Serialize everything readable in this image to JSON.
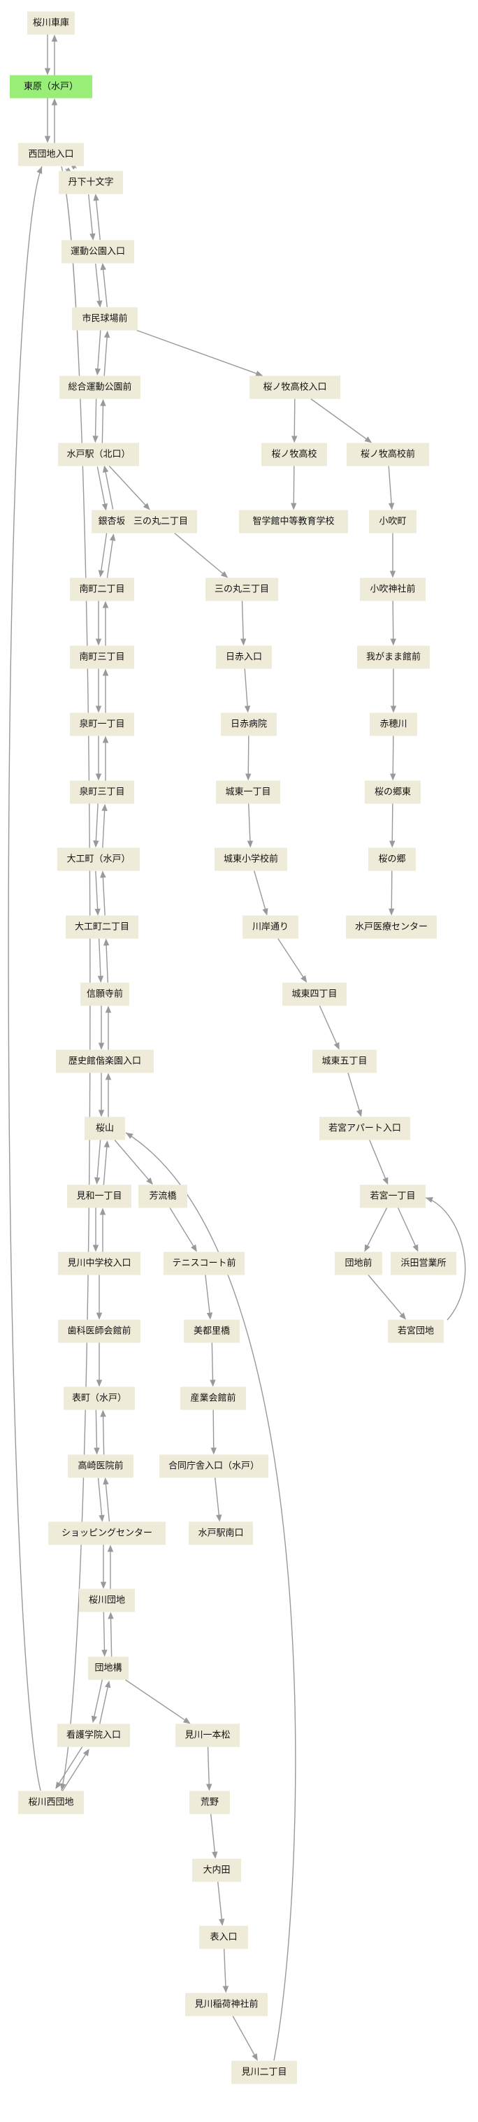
{
  "colors": {
    "node_fill": "#eeebd8",
    "node_highlight": "#99ee77",
    "edge": "#999999",
    "text": "#111111"
  },
  "nodes": [
    {
      "id": "n1",
      "label": "桜川車庫"
    },
    {
      "id": "n2",
      "label": "東原（水戸）",
      "highlight": true
    },
    {
      "id": "n3",
      "label": "西団地入口"
    },
    {
      "id": "n4",
      "label": "丹下十文字"
    },
    {
      "id": "n5",
      "label": "運動公園入口"
    },
    {
      "id": "n6",
      "label": "市民球場前"
    },
    {
      "id": "n7",
      "label": "総合運動公園前"
    },
    {
      "id": "n8",
      "label": "水戸駅（北口）"
    },
    {
      "id": "n9",
      "label": "銀杏坂"
    },
    {
      "id": "n10",
      "label": "南町二丁目"
    },
    {
      "id": "n11",
      "label": "南町三丁目"
    },
    {
      "id": "n12",
      "label": "泉町一丁目"
    },
    {
      "id": "n13",
      "label": "泉町三丁目"
    },
    {
      "id": "n14",
      "label": "大工町（水戸）"
    },
    {
      "id": "n15",
      "label": "大工町二丁目"
    },
    {
      "id": "n16",
      "label": "信願寺前"
    },
    {
      "id": "n17",
      "label": "歴史館偕楽園入口"
    },
    {
      "id": "n18",
      "label": "桜山"
    },
    {
      "id": "n19",
      "label": "見和一丁目"
    },
    {
      "id": "n20",
      "label": "見川中学校入口"
    },
    {
      "id": "n21",
      "label": "歯科医師会館前"
    },
    {
      "id": "n22",
      "label": "表町（水戸）"
    },
    {
      "id": "n23",
      "label": "高崎医院前"
    },
    {
      "id": "n24",
      "label": "ショッピングセンター"
    },
    {
      "id": "n25",
      "label": "桜川団地"
    },
    {
      "id": "n26",
      "label": "団地構"
    },
    {
      "id": "n27",
      "label": "看護学院入口"
    },
    {
      "id": "n28",
      "label": "桜川西団地"
    },
    {
      "id": "n29",
      "label": "見川一本松"
    },
    {
      "id": "n30",
      "label": "荒野"
    },
    {
      "id": "n31",
      "label": "大内田"
    },
    {
      "id": "n32",
      "label": "表入口"
    },
    {
      "id": "n33",
      "label": "見川稲荷神社前"
    },
    {
      "id": "n34",
      "label": "見川二丁目"
    },
    {
      "id": "n35",
      "label": "三の丸二丁目"
    },
    {
      "id": "n36",
      "label": "三の丸三丁目"
    },
    {
      "id": "n37",
      "label": "日赤入口"
    },
    {
      "id": "n38",
      "label": "日赤病院"
    },
    {
      "id": "n39",
      "label": "城東一丁目"
    },
    {
      "id": "n40",
      "label": "城東小学校前"
    },
    {
      "id": "n41",
      "label": "川岸通り"
    },
    {
      "id": "n42",
      "label": "城東四丁目"
    },
    {
      "id": "n43",
      "label": "城東五丁目"
    },
    {
      "id": "n44",
      "label": "若宮アパート入口"
    },
    {
      "id": "n45",
      "label": "若宮一丁目"
    },
    {
      "id": "n46",
      "label": "団地前"
    },
    {
      "id": "n47",
      "label": "浜田営業所"
    },
    {
      "id": "n48",
      "label": "若宮団地"
    },
    {
      "id": "n49",
      "label": "芳流橋"
    },
    {
      "id": "n50",
      "label": "テニスコート前"
    },
    {
      "id": "n51",
      "label": "美都里橋"
    },
    {
      "id": "n52",
      "label": "産業会館前"
    },
    {
      "id": "n53",
      "label": "合同庁舎入口（水戸）"
    },
    {
      "id": "n54",
      "label": "水戸駅南口"
    },
    {
      "id": "n55",
      "label": "桜ノ牧高校入口"
    },
    {
      "id": "n56",
      "label": "桜ノ牧高校"
    },
    {
      "id": "n57",
      "label": "智学館中等教育学校"
    },
    {
      "id": "n58",
      "label": "桜ノ牧高校前"
    },
    {
      "id": "n59",
      "label": "小吹町"
    },
    {
      "id": "n60",
      "label": "小吹神社前"
    },
    {
      "id": "n61",
      "label": "我がまま館前"
    },
    {
      "id": "n62",
      "label": "赤穂川"
    },
    {
      "id": "n63",
      "label": "桜の郷東"
    },
    {
      "id": "n64",
      "label": "桜の郷"
    },
    {
      "id": "n65",
      "label": "水戸医療センター"
    }
  ],
  "edges": [
    [
      "n1",
      "n2"
    ],
    [
      "n2",
      "n1"
    ],
    [
      "n2",
      "n3"
    ],
    [
      "n3",
      "n2"
    ],
    [
      "n3",
      "n4"
    ],
    [
      "n4",
      "n3"
    ],
    [
      "n4",
      "n5"
    ],
    [
      "n5",
      "n4"
    ],
    [
      "n5",
      "n6"
    ],
    [
      "n6",
      "n5"
    ],
    [
      "n6",
      "n7"
    ],
    [
      "n7",
      "n6"
    ],
    [
      "n7",
      "n8"
    ],
    [
      "n8",
      "n7"
    ],
    [
      "n8",
      "n9"
    ],
    [
      "n9",
      "n8"
    ],
    [
      "n9",
      "n10"
    ],
    [
      "n10",
      "n9"
    ],
    [
      "n10",
      "n11"
    ],
    [
      "n11",
      "n10"
    ],
    [
      "n11",
      "n12"
    ],
    [
      "n12",
      "n11"
    ],
    [
      "n12",
      "n13"
    ],
    [
      "n13",
      "n12"
    ],
    [
      "n13",
      "n14"
    ],
    [
      "n14",
      "n13"
    ],
    [
      "n14",
      "n15"
    ],
    [
      "n15",
      "n14"
    ],
    [
      "n15",
      "n16"
    ],
    [
      "n16",
      "n15"
    ],
    [
      "n16",
      "n17"
    ],
    [
      "n17",
      "n16"
    ],
    [
      "n17",
      "n18"
    ],
    [
      "n18",
      "n17"
    ],
    [
      "n18",
      "n19"
    ],
    [
      "n19",
      "n18"
    ],
    [
      "n19",
      "n20"
    ],
    [
      "n20",
      "n19"
    ],
    [
      "n20",
      "n21"
    ],
    [
      "n21",
      "n22"
    ],
    [
      "n22",
      "n23"
    ],
    [
      "n23",
      "n22"
    ],
    [
      "n23",
      "n24"
    ],
    [
      "n24",
      "n23"
    ],
    [
      "n24",
      "n25"
    ],
    [
      "n25",
      "n24"
    ],
    [
      "n25",
      "n26"
    ],
    [
      "n26",
      "n25"
    ],
    [
      "n26",
      "n27"
    ],
    [
      "n27",
      "n26"
    ],
    [
      "n27",
      "n28"
    ],
    [
      "n28",
      "n27"
    ],
    [
      "n28",
      "n3"
    ],
    [
      "n3",
      "n28"
    ],
    [
      "n26",
      "n29"
    ],
    [
      "n29",
      "n30"
    ],
    [
      "n30",
      "n31"
    ],
    [
      "n31",
      "n32"
    ],
    [
      "n32",
      "n33"
    ],
    [
      "n33",
      "n34"
    ],
    [
      "n34",
      "n18"
    ],
    [
      "n8",
      "n35"
    ],
    [
      "n35",
      "n36"
    ],
    [
      "n36",
      "n37"
    ],
    [
      "n37",
      "n38"
    ],
    [
      "n38",
      "n39"
    ],
    [
      "n39",
      "n40"
    ],
    [
      "n40",
      "n41"
    ],
    [
      "n41",
      "n42"
    ],
    [
      "n42",
      "n43"
    ],
    [
      "n43",
      "n44"
    ],
    [
      "n44",
      "n45"
    ],
    [
      "n45",
      "n46"
    ],
    [
      "n45",
      "n47"
    ],
    [
      "n46",
      "n48"
    ],
    [
      "n48",
      "n45"
    ],
    [
      "n18",
      "n49"
    ],
    [
      "n49",
      "n50"
    ],
    [
      "n50",
      "n51"
    ],
    [
      "n51",
      "n52"
    ],
    [
      "n52",
      "n53"
    ],
    [
      "n53",
      "n54"
    ],
    [
      "n6",
      "n55"
    ],
    [
      "n55",
      "n56"
    ],
    [
      "n56",
      "n57"
    ],
    [
      "n55",
      "n58"
    ],
    [
      "n58",
      "n59"
    ],
    [
      "n59",
      "n60"
    ],
    [
      "n60",
      "n61"
    ],
    [
      "n61",
      "n62"
    ],
    [
      "n62",
      "n63"
    ],
    [
      "n63",
      "n64"
    ],
    [
      "n64",
      "n65"
    ]
  ]
}
